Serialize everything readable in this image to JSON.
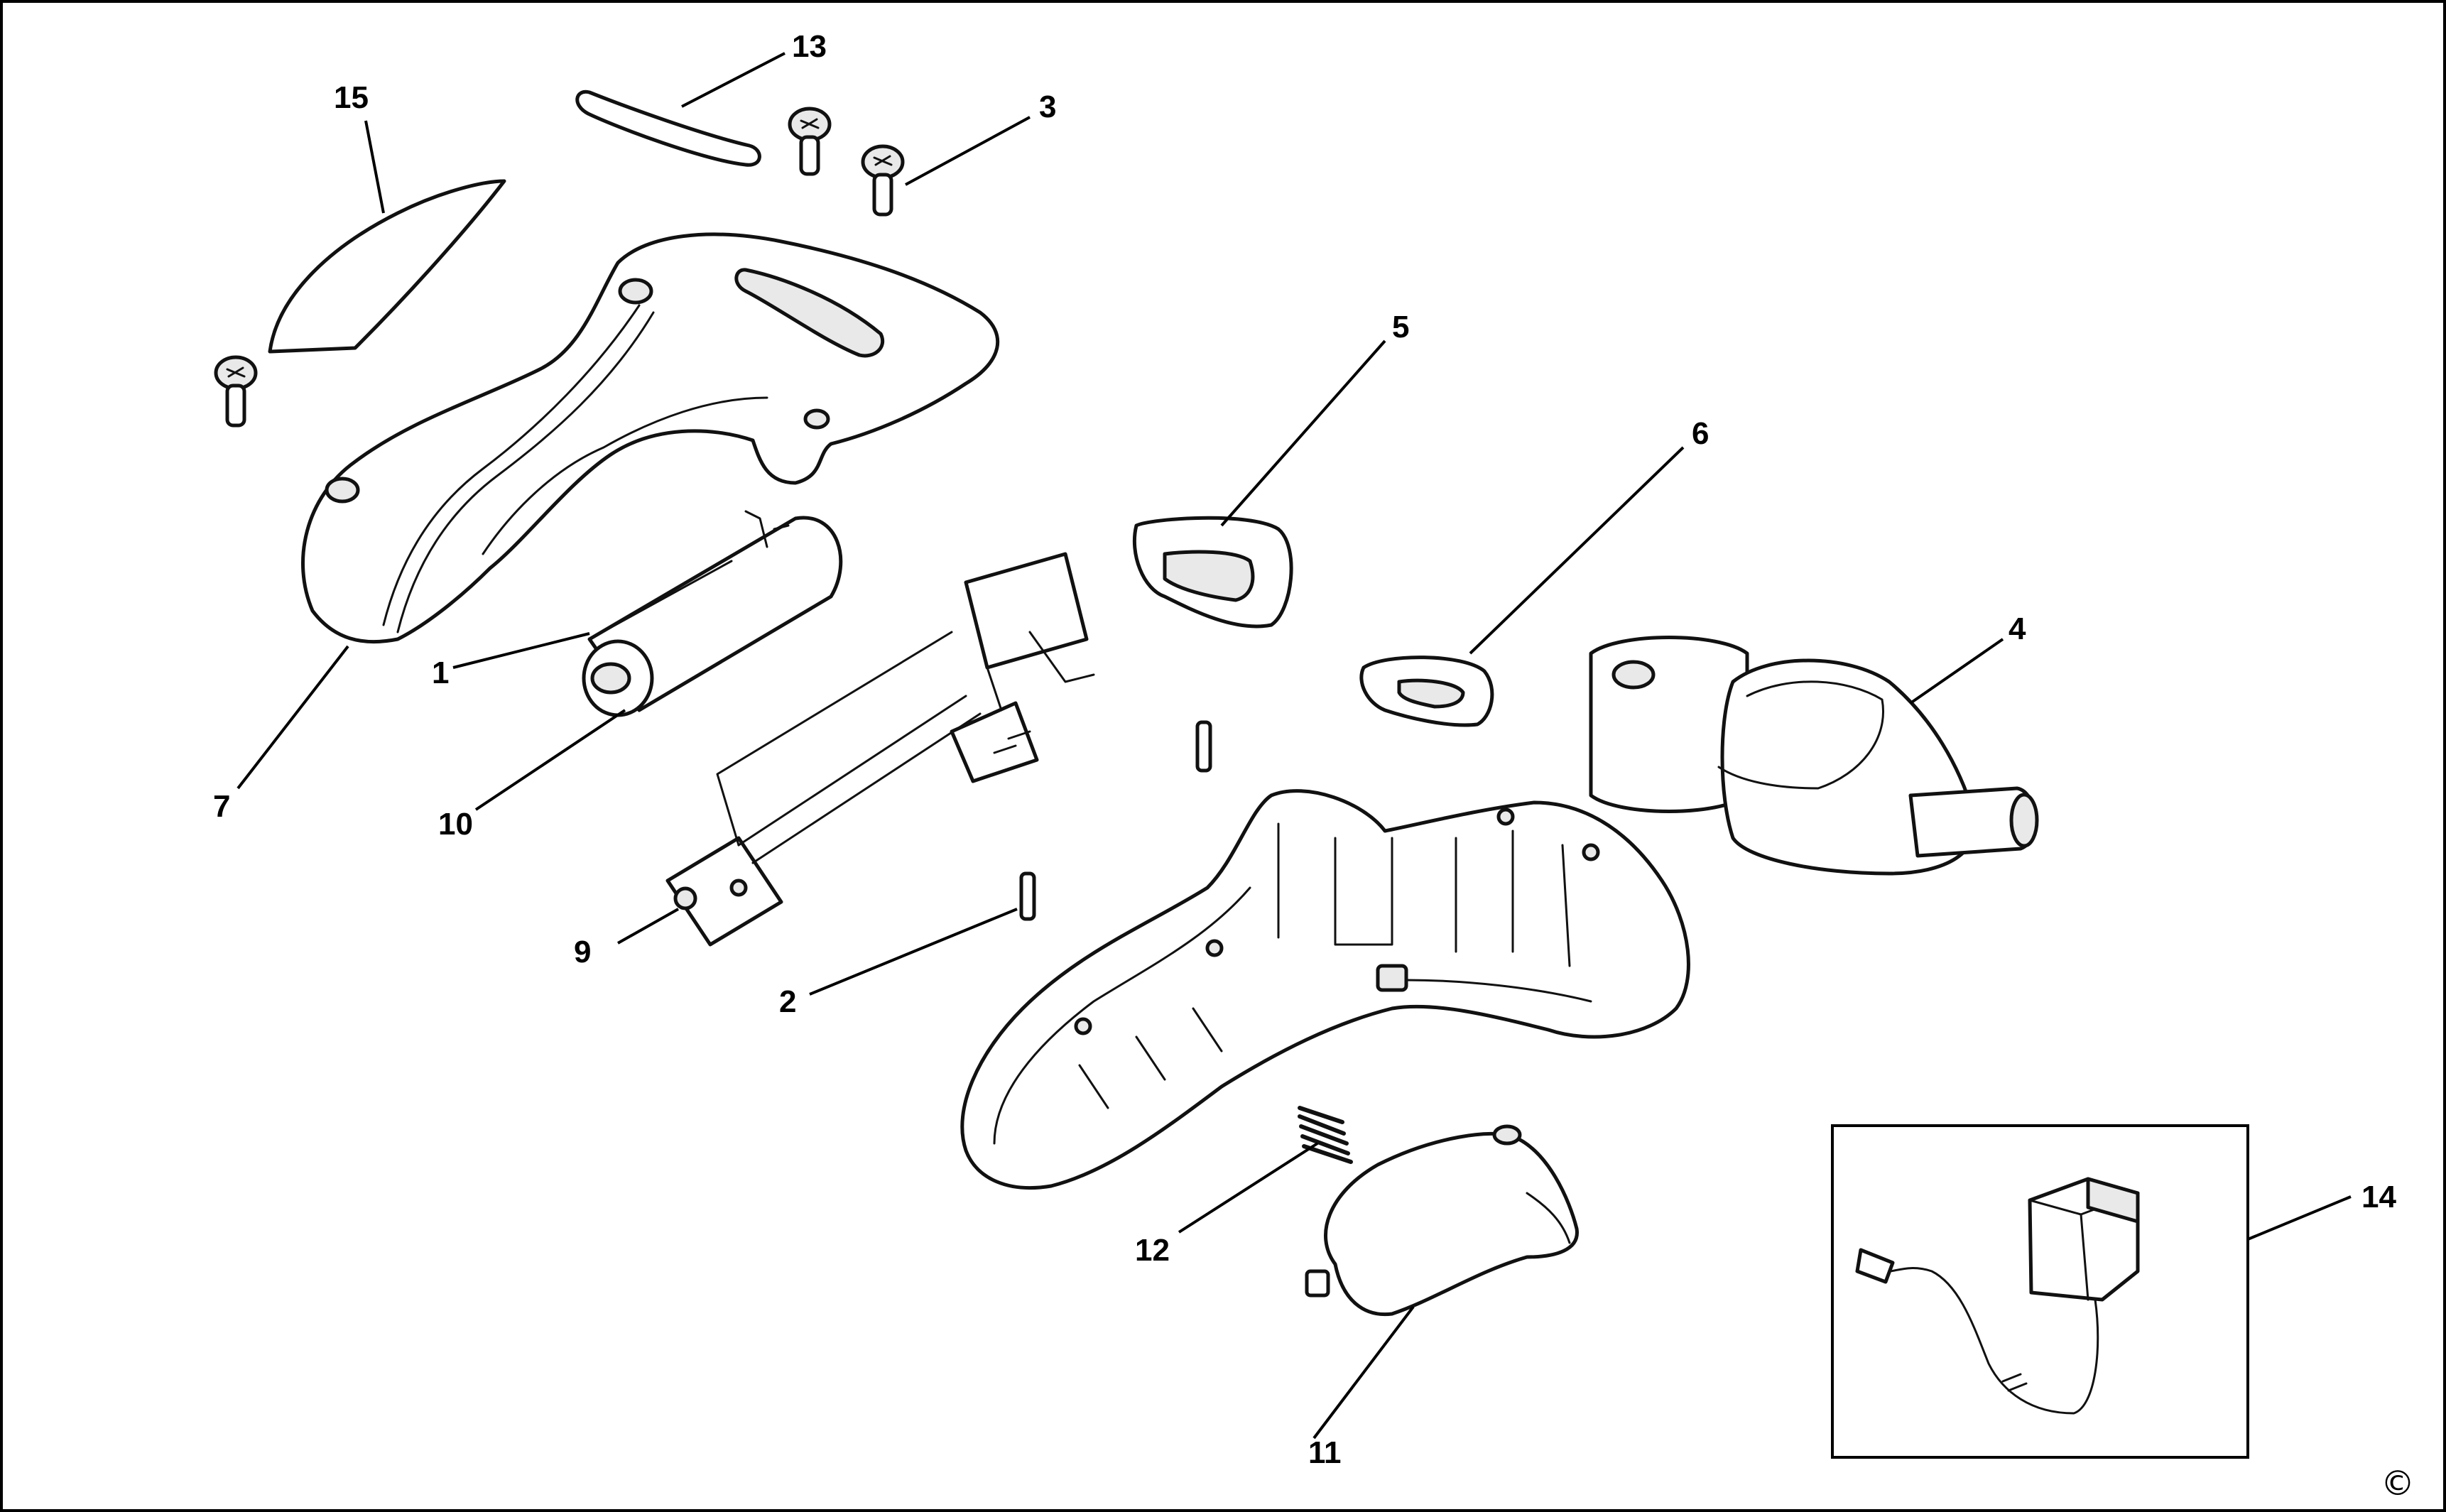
{
  "diagram": {
    "type": "exploded parts diagram",
    "callouts": [
      "1",
      "2",
      "3",
      "4",
      "5",
      "6",
      "7",
      "9",
      "10",
      "11",
      "12",
      "13",
      "14",
      "15"
    ],
    "copyright_symbol": "©"
  }
}
